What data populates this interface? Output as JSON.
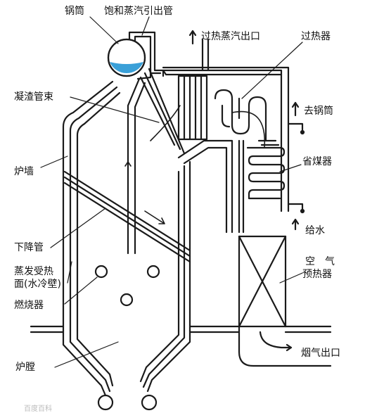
{
  "labels": {
    "drum": "锅筒",
    "sat_steam_pipe": "饱和蒸汽引出管",
    "superheated_outlet": "过热蒸汽出口",
    "superheater": "过热器",
    "slag_screen": "凝渣管束",
    "to_drum": "去锅筒",
    "economizer": "省煤器",
    "furnace_wall": "炉墙",
    "feed_water": "给水",
    "downcomer": "下降管",
    "evap_surface_1": "蒸发受热",
    "evap_surface_2": "面(水冷壁)",
    "air_heater_1": "空　气",
    "air_heater_2": "预热器",
    "burner": "燃烧器",
    "flue_outlet": "烟气出口",
    "furnace": "炉膛"
  },
  "watermark": "百度百科",
  "colors": {
    "line": "#1a1a1a",
    "water": "#3aa0d8",
    "background": "#ffffff"
  }
}
